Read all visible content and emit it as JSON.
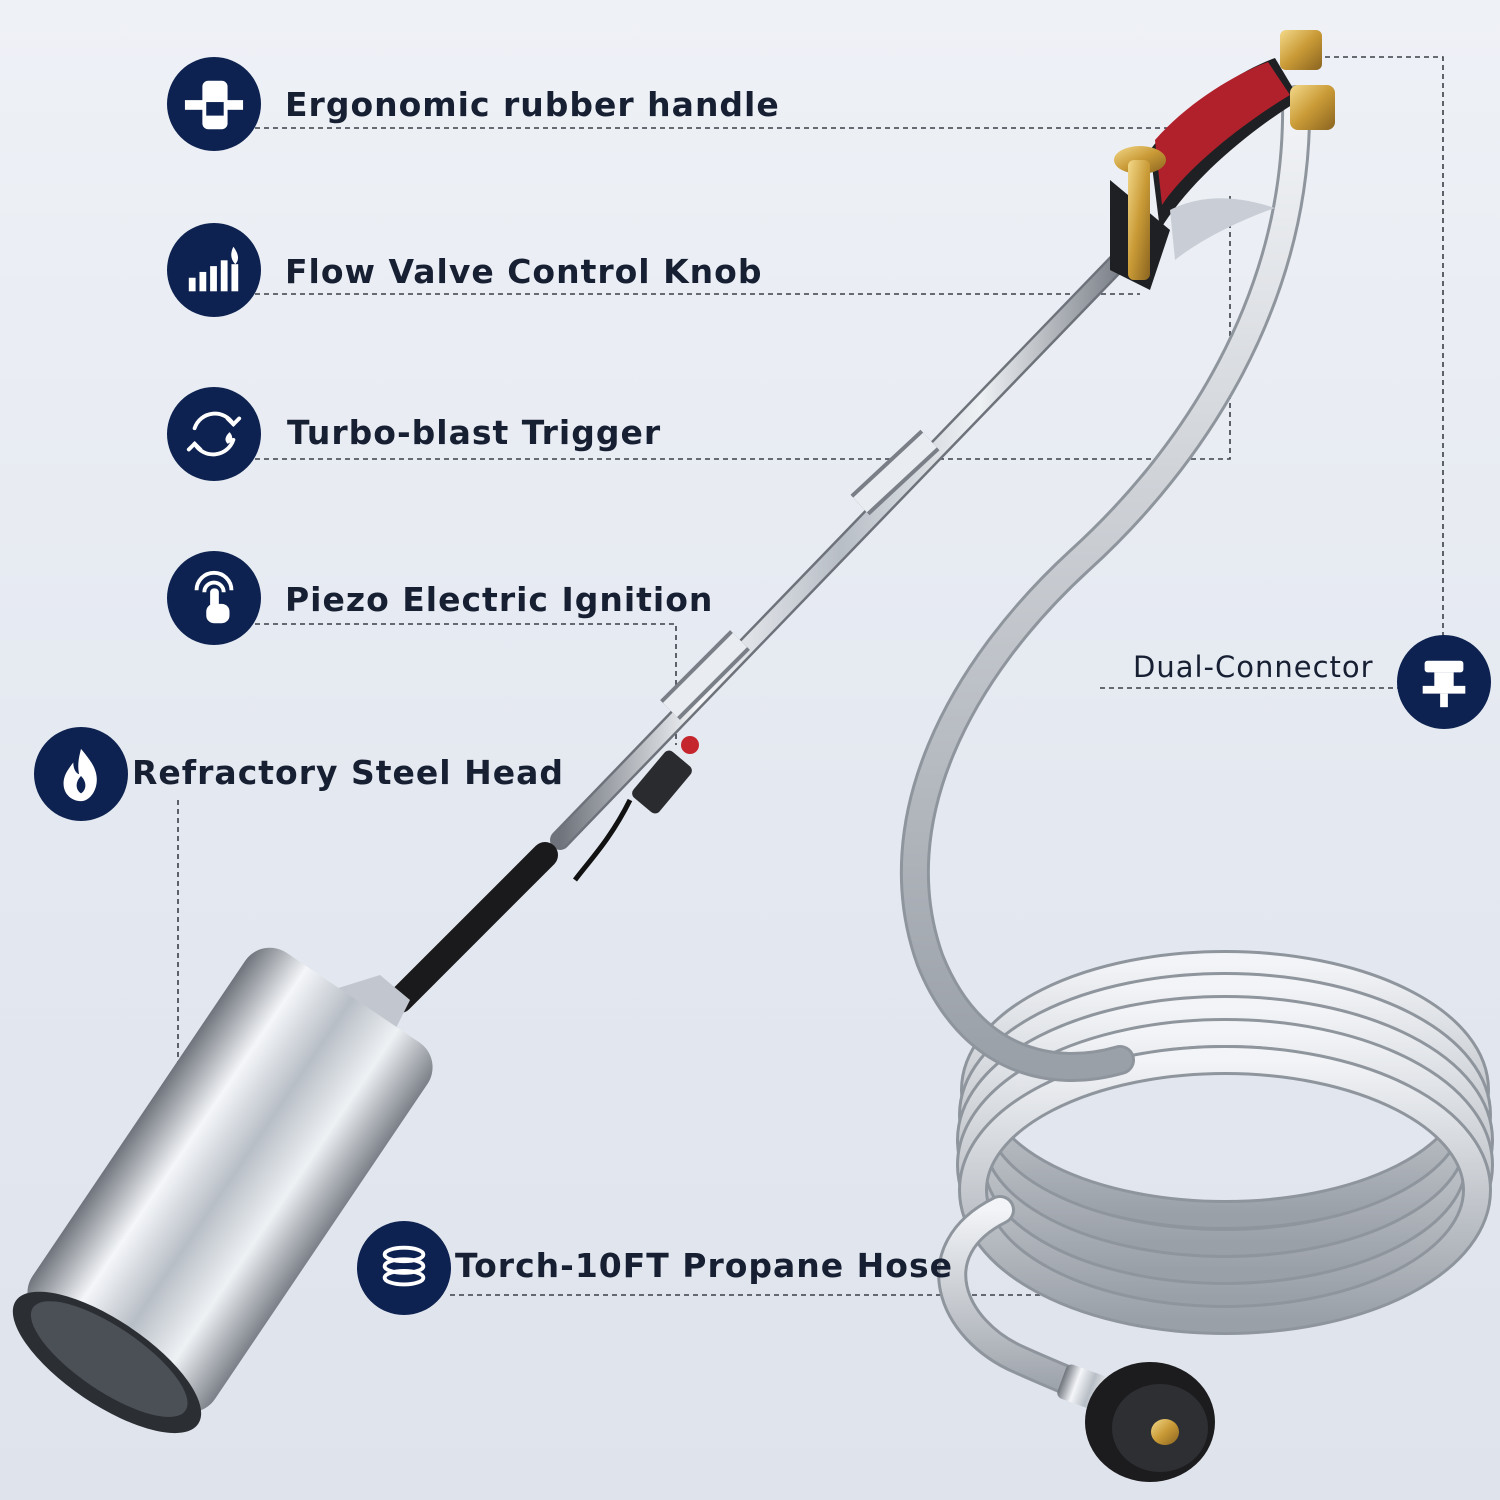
{
  "features": {
    "handle": {
      "label": "Ergonomic rubber handle",
      "icon": "hand-grip-icon"
    },
    "valve": {
      "label": "Flow Valve Control Knob",
      "icon": "signal-flame-icon"
    },
    "trigger": {
      "label": "Turbo-blast Trigger",
      "icon": "cycle-flame-icon"
    },
    "ignition": {
      "label": "Piezo Electric Ignition",
      "icon": "touch-press-icon"
    },
    "head": {
      "label": "Refractory Steel Head",
      "icon": "flame-icon"
    },
    "hose": {
      "label": "Torch-10FT Propane Hose",
      "icon": "coiled-hose-icon"
    },
    "connector": {
      "label": "Dual-Connector",
      "icon": "connector-icon"
    }
  },
  "colors": {
    "badge": "#0d2250",
    "text": "#172033",
    "grip_red": "#b0212b",
    "brass": "#c89a3a",
    "steel": "#c9ced6"
  }
}
